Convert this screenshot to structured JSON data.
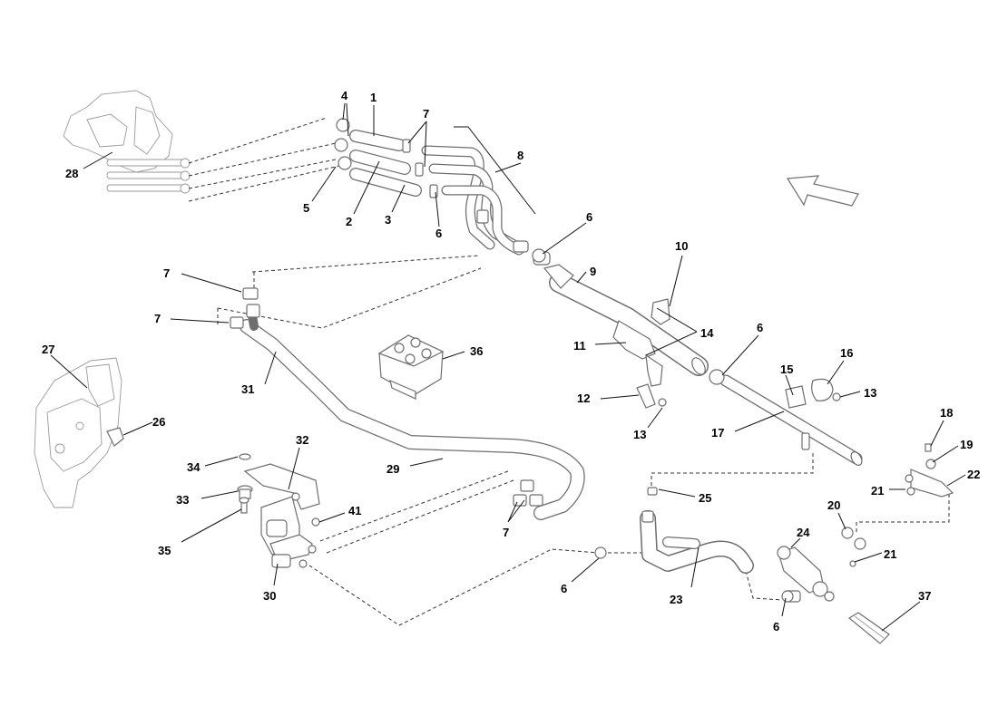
{
  "diagram": {
    "callouts": {
      "c1": "1",
      "c2": "2",
      "c3": "3",
      "c4": "4",
      "c5": "5",
      "c6a": "6",
      "c6b": "6",
      "c6c": "6",
      "c6d": "6",
      "c6e": "6",
      "c7a": "7",
      "c7b": "7",
      "c7c": "7",
      "c7d": "7",
      "c8": "8",
      "c9": "9",
      "c10": "10",
      "c11": "11",
      "c12": "12",
      "c13a": "13",
      "c13b": "13",
      "c14": "14",
      "c15": "15",
      "c16": "16",
      "c17": "17",
      "c18": "18",
      "c19": "19",
      "c20": "20",
      "c21a": "21",
      "c21b": "21",
      "c22": "22",
      "c23": "23",
      "c24": "24",
      "c25": "25",
      "c26": "26",
      "c27": "27",
      "c28": "28",
      "c29": "29",
      "c30": "30",
      "c31": "31",
      "c32": "32",
      "c33": "33",
      "c34": "34",
      "c35": "35",
      "c36": "36",
      "c37": "37",
      "c41": "41"
    },
    "orientation_icon": "direction-arrow-icon"
  }
}
